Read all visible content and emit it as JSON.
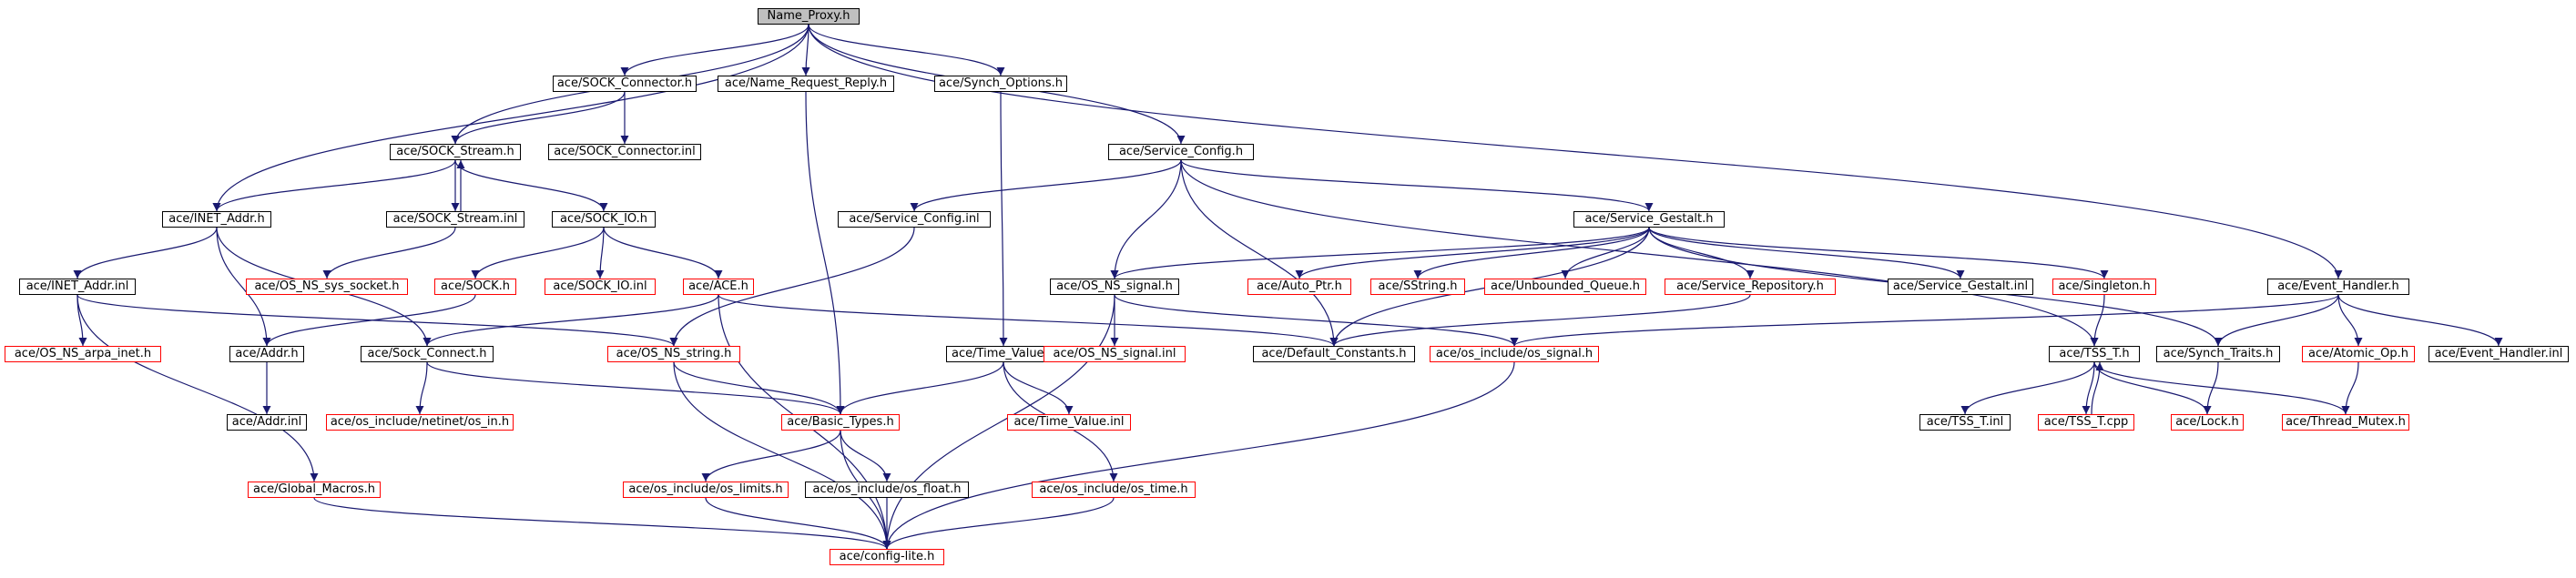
{
  "colors": {
    "edge": "#191970",
    "border": "#000000",
    "missing_border": "#ff0000",
    "root_fill": "#bfbfbf",
    "fill": "#ffffff"
  },
  "nodes": {
    "name_proxy_h": {
      "label": "Name_Proxy.h",
      "style": "root"
    },
    "sock_connector_h": {
      "label": "ace/SOCK_Connector.h",
      "style": "normal"
    },
    "name_request_reply_h": {
      "label": "ace/Name_Request_Reply.h",
      "style": "normal"
    },
    "synch_options_h": {
      "label": "ace/Synch_Options.h",
      "style": "normal"
    },
    "sock_stream_h": {
      "label": "ace/SOCK_Stream.h",
      "style": "normal"
    },
    "sock_connector_inl": {
      "label": "ace/SOCK_Connector.inl",
      "style": "normal"
    },
    "service_config_h": {
      "label": "ace/Service_Config.h",
      "style": "normal"
    },
    "inet_addr_h": {
      "label": "ace/INET_Addr.h",
      "style": "normal"
    },
    "sock_stream_inl": {
      "label": "ace/SOCK_Stream.inl",
      "style": "normal"
    },
    "sock_io_h": {
      "label": "ace/SOCK_IO.h",
      "style": "normal"
    },
    "service_config_inl": {
      "label": "ace/Service_Config.inl",
      "style": "normal"
    },
    "service_gestalt_h": {
      "label": "ace/Service_Gestalt.h",
      "style": "normal"
    },
    "os_ns_sys_socket_h": {
      "label": "ace/OS_NS_sys_socket.h",
      "style": "missing"
    },
    "inet_addr_inl": {
      "label": "ace/INET_Addr.inl",
      "style": "normal"
    },
    "sock_h": {
      "label": "ace/SOCK.h",
      "style": "missing"
    },
    "sock_io_inl": {
      "label": "ace/SOCK_IO.inl",
      "style": "missing"
    },
    "ace_h": {
      "label": "ace/ACE.h",
      "style": "missing"
    },
    "os_ns_signal_h": {
      "label": "ace/OS_NS_signal.h",
      "style": "normal"
    },
    "auto_ptr_h": {
      "label": "ace/Auto_Ptr.h",
      "style": "missing"
    },
    "sstring_h": {
      "label": "ace/SString.h",
      "style": "missing"
    },
    "unbounded_queue_h": {
      "label": "ace/Unbounded_Queue.h",
      "style": "missing"
    },
    "service_repository_h": {
      "label": "ace/Service_Repository.h",
      "style": "missing"
    },
    "service_gestalt_inl": {
      "label": "ace/Service_Gestalt.inl",
      "style": "normal"
    },
    "singleton_h": {
      "label": "ace/Singleton.h",
      "style": "missing"
    },
    "event_handler_h": {
      "label": "ace/Event_Handler.h",
      "style": "normal"
    },
    "os_ns_arpa_inet_h": {
      "label": "ace/OS_NS_arpa_inet.h",
      "style": "missing"
    },
    "addr_h": {
      "label": "ace/Addr.h",
      "style": "normal"
    },
    "sock_connect_h": {
      "label": "ace/Sock_Connect.h",
      "style": "normal"
    },
    "os_ns_string_h": {
      "label": "ace/OS_NS_string.h",
      "style": "missing"
    },
    "time_value_h": {
      "label": "ace/Time_Value.h",
      "style": "normal"
    },
    "os_ns_signal_inl": {
      "label": "ace/OS_NS_signal.inl",
      "style": "missing"
    },
    "default_constants_h": {
      "label": "ace/Default_Constants.h",
      "style": "normal"
    },
    "os_include_os_signal_h": {
      "label": "ace/os_include/os_signal.h",
      "style": "missing"
    },
    "tss_t_h": {
      "label": "ace/TSS_T.h",
      "style": "normal"
    },
    "synch_traits_h": {
      "label": "ace/Synch_Traits.h",
      "style": "normal"
    },
    "atomic_op_h": {
      "label": "ace/Atomic_Op.h",
      "style": "missing"
    },
    "event_handler_inl": {
      "label": "ace/Event_Handler.inl",
      "style": "normal"
    },
    "addr_inl": {
      "label": "ace/Addr.inl",
      "style": "normal"
    },
    "os_include_netinet_os_in_h": {
      "label": "ace/os_include/netinet/os_in.h",
      "style": "missing"
    },
    "basic_types_h": {
      "label": "ace/Basic_Types.h",
      "style": "missing"
    },
    "time_value_inl": {
      "label": "ace/Time_Value.inl",
      "style": "missing"
    },
    "tss_t_inl": {
      "label": "ace/TSS_T.inl",
      "style": "normal"
    },
    "tss_t_cpp": {
      "label": "ace/TSS_T.cpp",
      "style": "missing"
    },
    "lock_h": {
      "label": "ace/Lock.h",
      "style": "missing"
    },
    "thread_mutex_h": {
      "label": "ace/Thread_Mutex.h",
      "style": "missing"
    },
    "global_macros_h": {
      "label": "ace/Global_Macros.h",
      "style": "missing"
    },
    "os_include_os_limits_h": {
      "label": "ace/os_include/os_limits.h",
      "style": "missing"
    },
    "os_include_os_float_h": {
      "label": "ace/os_include/os_float.h",
      "style": "normal"
    },
    "os_include_os_time_h": {
      "label": "ace/os_include/os_time.h",
      "style": "missing"
    },
    "config_lite_h": {
      "label": "ace/config-lite.h",
      "style": "missing"
    }
  },
  "edges": [
    [
      "name_proxy_h",
      "sock_connector_h"
    ],
    [
      "name_proxy_h",
      "name_request_reply_h"
    ],
    [
      "name_proxy_h",
      "synch_options_h"
    ],
    [
      "name_proxy_h",
      "sock_stream_h"
    ],
    [
      "name_proxy_h",
      "inet_addr_h"
    ],
    [
      "name_proxy_h",
      "service_config_h"
    ],
    [
      "name_proxy_h",
      "event_handler_h"
    ],
    [
      "sock_connector_h",
      "sock_stream_h"
    ],
    [
      "sock_connector_h",
      "sock_connector_inl"
    ],
    [
      "sock_stream_h",
      "inet_addr_h"
    ],
    [
      "sock_stream_h",
      "sock_stream_inl"
    ],
    [
      "sock_stream_inl",
      "sock_stream_h"
    ],
    [
      "sock_stream_h",
      "sock_io_h"
    ],
    [
      "sock_stream_inl",
      "os_ns_sys_socket_h"
    ],
    [
      "inet_addr_h",
      "inet_addr_inl"
    ],
    [
      "inet_addr_h",
      "addr_h"
    ],
    [
      "inet_addr_h",
      "sock_connect_h"
    ],
    [
      "inet_addr_inl",
      "os_ns_arpa_inet_h"
    ],
    [
      "inet_addr_inl",
      "os_ns_string_h"
    ],
    [
      "inet_addr_inl",
      "global_macros_h"
    ],
    [
      "sock_io_h",
      "sock_h"
    ],
    [
      "sock_io_h",
      "sock_io_inl"
    ],
    [
      "sock_io_h",
      "ace_h"
    ],
    [
      "sock_h",
      "addr_h"
    ],
    [
      "ace_h",
      "sock_connect_h"
    ],
    [
      "ace_h",
      "default_constants_h"
    ],
    [
      "ace_h",
      "config_lite_h"
    ],
    [
      "addr_h",
      "addr_inl"
    ],
    [
      "sock_connect_h",
      "os_include_netinet_os_in_h"
    ],
    [
      "sock_connect_h",
      "basic_types_h"
    ],
    [
      "name_request_reply_h",
      "basic_types_h"
    ],
    [
      "synch_options_h",
      "time_value_h"
    ],
    [
      "time_value_h",
      "basic_types_h"
    ],
    [
      "time_value_h",
      "time_value_inl"
    ],
    [
      "time_value_h",
      "os_include_os_time_h"
    ],
    [
      "service_config_h",
      "service_config_inl"
    ],
    [
      "service_config_h",
      "service_gestalt_h"
    ],
    [
      "service_config_h",
      "os_ns_signal_h"
    ],
    [
      "service_config_h",
      "default_constants_h"
    ],
    [
      "service_config_h",
      "tss_t_h"
    ],
    [
      "service_config_inl",
      "os_ns_string_h"
    ],
    [
      "service_gestalt_h",
      "os_ns_signal_h"
    ],
    [
      "service_gestalt_h",
      "auto_ptr_h"
    ],
    [
      "service_gestalt_h",
      "sstring_h"
    ],
    [
      "service_gestalt_h",
      "unbounded_queue_h"
    ],
    [
      "service_gestalt_h",
      "service_repository_h"
    ],
    [
      "service_gestalt_h",
      "service_gestalt_inl"
    ],
    [
      "service_gestalt_h",
      "singleton_h"
    ],
    [
      "service_gestalt_h",
      "synch_traits_h"
    ],
    [
      "service_gestalt_h",
      "default_constants_h"
    ],
    [
      "service_repository_h",
      "default_constants_h"
    ],
    [
      "singleton_h",
      "tss_t_h"
    ],
    [
      "os_ns_signal_h",
      "os_ns_signal_inl"
    ],
    [
      "os_ns_signal_h",
      "os_include_os_signal_h"
    ],
    [
      "os_ns_signal_h",
      "config_lite_h"
    ],
    [
      "os_include_os_signal_h",
      "config_lite_h"
    ],
    [
      "event_handler_h",
      "synch_traits_h"
    ],
    [
      "event_handler_h",
      "atomic_op_h"
    ],
    [
      "event_handler_h",
      "event_handler_inl"
    ],
    [
      "event_handler_h",
      "os_include_os_signal_h"
    ],
    [
      "tss_t_h",
      "tss_t_inl"
    ],
    [
      "tss_t_h",
      "tss_t_cpp"
    ],
    [
      "tss_t_cpp",
      "tss_t_h"
    ],
    [
      "tss_t_h",
      "lock_h"
    ],
    [
      "tss_t_h",
      "thread_mutex_h"
    ],
    [
      "synch_traits_h",
      "lock_h"
    ],
    [
      "atomic_op_h",
      "thread_mutex_h"
    ],
    [
      "os_ns_string_h",
      "basic_types_h"
    ],
    [
      "os_ns_string_h",
      "config_lite_h"
    ],
    [
      "basic_types_h",
      "os_include_os_limits_h"
    ],
    [
      "basic_types_h",
      "os_include_os_float_h"
    ],
    [
      "basic_types_h",
      "config_lite_h"
    ],
    [
      "os_include_os_limits_h",
      "config_lite_h"
    ],
    [
      "os_include_os_float_h",
      "config_lite_h"
    ],
    [
      "os_include_os_time_h",
      "config_lite_h"
    ],
    [
      "global_macros_h",
      "config_lite_h"
    ]
  ]
}
